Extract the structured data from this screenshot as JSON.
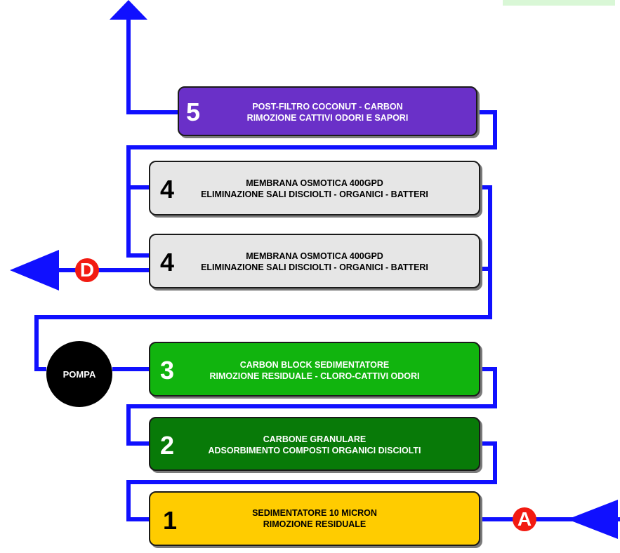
{
  "colors": {
    "pipe": "#1010ff",
    "stage_postfilter": "#6a30c8",
    "stage_membrane": "#e6e6e6",
    "stage_carbon_block": "#11b40e",
    "stage_granular": "#087a08",
    "stage_sediment": "#ffcc00",
    "marker": "#f21b12",
    "pump": "#000000",
    "corner_box": "#d9f7d6"
  },
  "stages": [
    {
      "number": "5",
      "line1": "POST-FILTRO COCONUT - CARBON",
      "line2": "RIMOZIONE CATTIVI ODORI E SAPORI"
    },
    {
      "number": "4",
      "line1": "MEMBRANA OSMOTICA 400GPD",
      "line2": "ELIMINAZIONE SALI DISCIOLTI - ORGANICI - BATTERI"
    },
    {
      "number": "4",
      "line1": "MEMBRANA OSMOTICA 400GPD",
      "line2": "ELIMINAZIONE SALI DISCIOLTI - ORGANICI - BATTERI"
    },
    {
      "number": "3",
      "line1": "CARBON BLOCK SEDIMENTATORE",
      "line2": "RIMOZIONE RESIDUALE - CLORO-CATTIVI ODORI"
    },
    {
      "number": "2",
      "line1": "CARBONE GRANULARE",
      "line2": "ADSORBIMENTO COMPOSTI ORGANICI DISCIOLTI"
    },
    {
      "number": "1",
      "line1": "SEDIMENTATORE 10 MICRON",
      "line2": "RIMOZIONE RESIDUALE"
    }
  ],
  "pump": {
    "label": "POMPA"
  },
  "markers": {
    "inlet": "A",
    "drain": "D"
  }
}
